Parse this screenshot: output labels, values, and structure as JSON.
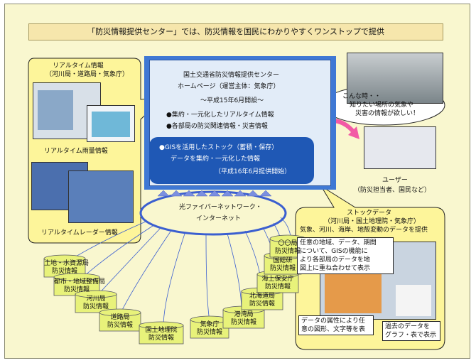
{
  "banner": "「防災情報提供センター」では、防災情報を国民にわかりやすくワンストップで提供",
  "realtime": {
    "title": "リアルタイム情報",
    "sub": "（河川局・道路局・気象庁）",
    "rain": "リアルタイム雨量情報",
    "radar": "リアルタイムレーダー情報"
  },
  "center": {
    "line1": "国土交通省防災情報提供センター",
    "line2": "ホームページ（運営主体：気象庁）",
    "line3": "～平成15年6月開設～",
    "bullet1": "●集約・一元化したリアルタイム情報",
    "bullet2": "●各部局の防災関連情報・災害情報",
    "stock1": "●GISを活用したストック（蓄積・保存）",
    "stock2": "データを集約・一元化した情報",
    "stock3": "（平成16年6月提供開始）"
  },
  "user": {
    "bubble1": "こんな時・・",
    "bubble2": "知りたい場所の気象や",
    "bubble3": "災害の情報が欲しい！",
    "label": "ユーザー",
    "sub": "（防災担当者、国民など）"
  },
  "network": {
    "line1": "光ファイバーネットワーク・",
    "line2": "インターネット"
  },
  "stock": {
    "title": "ストックデータ",
    "sub": "（河川局・国土地理院・気象庁）",
    "desc": "気象、河川、海岸、地殻変動のデータを提供",
    "callout1": [
      "任意の地域、データ、期間",
      "について、GISの機能に",
      "より各部局のデータを地",
      "図上に重ね合わせて表示"
    ],
    "callout2": [
      "データの属性により任",
      "意の図形、文字等を表"
    ],
    "callout3": [
      "過去のデータを",
      "グラフ・表で表示"
    ]
  },
  "agencies": [
    {
      "name": "土地・水資源局",
      "info": "防災情報"
    },
    {
      "name": "都市・地域整備局",
      "info": "防災情報"
    },
    {
      "name": "河川局",
      "info": "防災情報"
    },
    {
      "name": "道路局",
      "info": "防災情報"
    },
    {
      "name": "国土地理院",
      "info": "防災情報"
    },
    {
      "name": "気象庁",
      "info": "防災情報"
    },
    {
      "name": "港湾局",
      "info": "防災情報"
    },
    {
      "name": "北海道局",
      "info": "防災情報"
    },
    {
      "name": "海上保安庁",
      "info": "防災情報"
    },
    {
      "name": "国総研",
      "info": "防災情報"
    },
    {
      "name": "〇〇局",
      "info": "防災情報"
    }
  ],
  "colors": {
    "background": "#f9f7cf",
    "bubble": "#fdf59a",
    "center_blue": "#3f78d4",
    "stock_blue": "#1f58b5",
    "cylinder": "#e8f27a",
    "arrow": "#f25aa5",
    "mesh": "#3b5fd0"
  }
}
